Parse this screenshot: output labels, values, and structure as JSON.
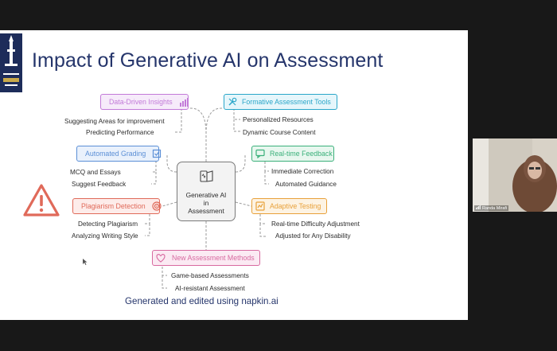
{
  "slide": {
    "title": "Impact of Generative AI on Assessment",
    "center_label": "Generative AI in Assessment",
    "caption": "Generated and edited using napkin.ai",
    "left_nodes": [
      {
        "label": "Data-Driven Insights",
        "icon": "bar-chart-icon",
        "color": "#c27ad8",
        "fill": "#f6ebfa",
        "items": [
          "Suggesting Areas for improvement",
          "Predicting Performance"
        ]
      },
      {
        "label": "Automated Grading",
        "icon": "grading-icon",
        "color": "#5b8fd6",
        "fill": "#e9f1fc",
        "items": [
          "MCQ and Essays",
          "Suggest Feedback"
        ]
      },
      {
        "label": "Plagiarism Detection",
        "icon": "target-icon",
        "color": "#e06a5a",
        "fill": "#fdecea",
        "items": [
          "Detecting Plagiarism",
          "Analyzing Writing Style"
        ]
      }
    ],
    "right_nodes": [
      {
        "label": "Formative Assessment Tools",
        "icon": "tools-icon",
        "color": "#2aa6c9",
        "fill": "#e6f6fb",
        "items": [
          "Personalized Resources",
          "Dynamic Course Content"
        ]
      },
      {
        "label": "Real-time Feedback",
        "icon": "feedback-icon",
        "color": "#3ab07a",
        "fill": "#e8f7ef",
        "items": [
          "Immediate Correction",
          "Automated Guidance"
        ]
      },
      {
        "label": "Adaptive Testing",
        "icon": "adaptive-icon",
        "color": "#e8a13a",
        "fill": "#fdf3e3",
        "items": [
          "Real-time Difficulty Adjustment",
          "Adjusted for Any Disability"
        ]
      }
    ],
    "bottom_node": {
      "label": "New Assessment Methods",
      "icon": "methods-icon",
      "color": "#d86aa0",
      "fill": "#fbeaf3",
      "items": [
        "Game-based Assessments",
        "AI-resistant Assessment"
      ]
    },
    "warning_icon": "warning-triangle-icon",
    "warning_color": "#e06a5a"
  },
  "participant": {
    "name": "Randa Mirafi"
  }
}
